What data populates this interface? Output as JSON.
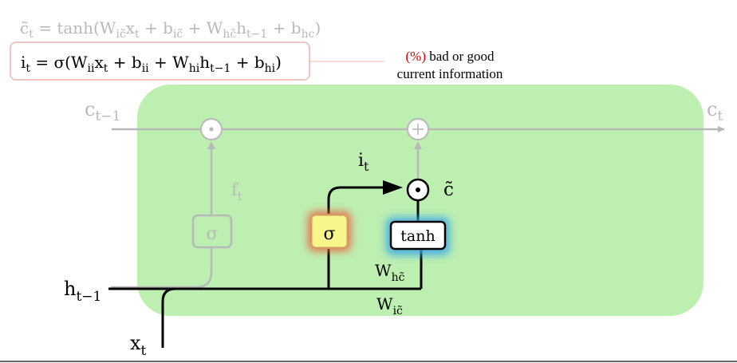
{
  "equations": {
    "ctilde": {
      "lhs": "c̃",
      "lhs_sub": "t",
      "body_prefix": " = tanh(W",
      "w1_sub": "ic̃",
      "x": "x",
      "x_sub": "t",
      "b1": " + b",
      "b1_sub": "ic̃",
      "w2": " + W",
      "w2_sub": "hc̃",
      "h": "h",
      "h_sub": "t−1",
      "b2": " + b",
      "b2_sub": "hc",
      "close": ")"
    },
    "it": {
      "lhs": "i",
      "lhs_sub": "t",
      "body_prefix": " = σ(W",
      "w1_sub": "ii",
      "x": "x",
      "x_sub": "t",
      "b1": " + b",
      "b1_sub": "ii",
      "w2": " + W",
      "w2_sub": "hi",
      "h": "h",
      "h_sub": "t−1",
      "b2": " + b",
      "b2_sub": "hi",
      "close": ")"
    }
  },
  "annotation": {
    "open_paren": "(",
    "percent": "%",
    "close_paren": ")",
    "line1_rest": " bad or good",
    "line2": "current information"
  },
  "labels": {
    "c_prev": "c",
    "c_prev_sub": "t−1",
    "c_next": "c",
    "c_next_sub": "t",
    "f": "f",
    "f_sub": "t",
    "i": "i",
    "i_sub": "t",
    "ctilde": "c̃",
    "h_prev": "h",
    "h_prev_sub": "t−1",
    "x": "x",
    "x_sub": "t",
    "w_hc": "W",
    "w_hc_sub": "hc̃",
    "w_ic": "W",
    "w_ic_sub": "ic̃"
  },
  "gates": {
    "forget_sigma": "σ",
    "input_sigma": "σ",
    "tanh": "tanh"
  },
  "symbols": {
    "dot": "⊙",
    "plus": "+"
  },
  "colors": {
    "cell_fill": "#bdefb0",
    "faded": "#b9b9b9",
    "ink": "#000000",
    "equation_border": "#f2c4c4",
    "percent_red": "#d40000",
    "sigma_fill": "#f6f68a",
    "sigma_glow": "#e8643c",
    "tanh_glow": "#3aa8e8"
  }
}
